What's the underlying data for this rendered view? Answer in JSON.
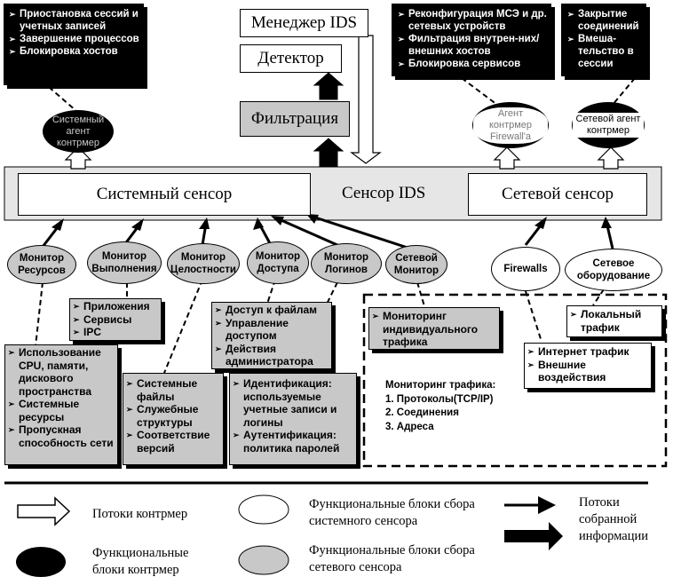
{
  "top_left_box": {
    "items": [
      "Приостановка сессий и учетных записей",
      "Завершение процессов",
      "Блокировка хостов"
    ]
  },
  "ids_manager": "Менеджер IDS",
  "detector": "Детектор",
  "filtration": "Фильтрация",
  "top_mid_box": {
    "items": [
      "Реконфигурация МСЭ и др. сетевых устройств",
      "Фильтрация внутрен-них/внешних хостов",
      "Блокировка сервисов"
    ]
  },
  "top_right_box": {
    "items": [
      "Закрытие соединений",
      "Вмеша-тельство в сессии"
    ]
  },
  "agents": {
    "system": "Системный агент контрмер",
    "firewall": "Агент контрмер Firewall'a",
    "network": "Сетевой агент контрмер"
  },
  "sensor_bar": {
    "system": "Системный сенсор",
    "ids": "Сенсор IDS",
    "network": "Сетевой сенсор"
  },
  "monitors": {
    "resources": "Монитор Ресурсов",
    "execution": "Монитор Выполнения",
    "integrity": "Монитор Целостности",
    "access": "Монитор Доступа",
    "logins": "Монитор Логинов",
    "network": "Сетевой Монитор"
  },
  "net_ovals": {
    "firewalls": "Firewalls",
    "equipment": "Сетевое оборудование"
  },
  "lists": {
    "apps": [
      "Приложения",
      "Сервисы",
      "IPC"
    ],
    "access": [
      "Доступ к файлам",
      "Управление доступом",
      "Действия администратора"
    ],
    "usage": [
      "Использование CPU, памяти, дискового пространства",
      "Системные ресурсы",
      "Пропускная способность сети"
    ],
    "files": [
      "Системные файлы",
      "Служебные структуры",
      "Соответствие версий"
    ],
    "ident": [
      "Идентификация: используемые учетные записи и логины",
      "Аутентификация: политика паролей"
    ],
    "individual": [
      "Мониторинг индивидуального трафика"
    ],
    "local": [
      "Локальный трафик"
    ],
    "internet": [
      "Интернет трафик",
      "Внешние воздействия"
    ]
  },
  "traffic_monitoring": {
    "title": "Мониторинг трафика:",
    "items": [
      "1. Протоколы(TCP/IP)",
      "2. Соединения",
      "3. Адреса"
    ]
  },
  "legend": {
    "countermeasure_flows": "Потоки контрмер",
    "system_blocks": "Функциональные блоки сбора системного сенсора",
    "collected_flows": "Потоки собранной информации",
    "countermeasure_blocks": "Функциональные блоки контрмер",
    "network_blocks": "Функциональные блоки сбора сетевого сенсора"
  }
}
